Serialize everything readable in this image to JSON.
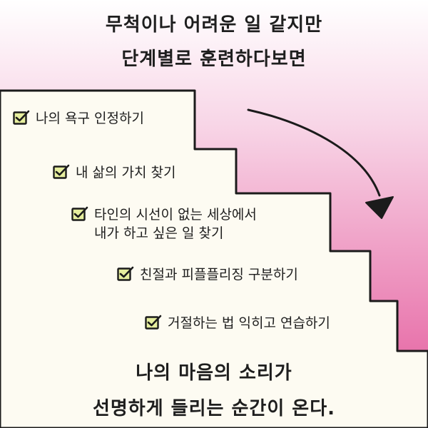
{
  "headline_top": {
    "line1": "무척이나 어려운 일 같지만",
    "line2": "단계별로 훈련하다보면"
  },
  "steps": [
    {
      "lines": [
        "나의 욕구 인정하기"
      ]
    },
    {
      "lines": [
        "내 삶의 가치 찾기"
      ]
    },
    {
      "lines": [
        "타인의 시선이 없는 세상에서",
        "내가 하고 싶은 일 찾기"
      ]
    },
    {
      "lines": [
        "친절과 피플플리징 구분하기"
      ]
    },
    {
      "lines": [
        "거절하는 법 익히고 연습하기"
      ]
    }
  ],
  "headline_bottom": {
    "line1": "나의 마음의 소리가",
    "line2": "선명하게 들리는 순간이 온다."
  },
  "icons": {
    "checkbox": "checked-box-icon",
    "arrow": "curved-arrow-icon"
  },
  "colors": {
    "background": "#fdfbf2",
    "gradient_top": "#ffffff",
    "gradient_bottom": "#e873ab",
    "checkbox_fill": "#e6ee9e",
    "ink": "#1b1b1b"
  }
}
